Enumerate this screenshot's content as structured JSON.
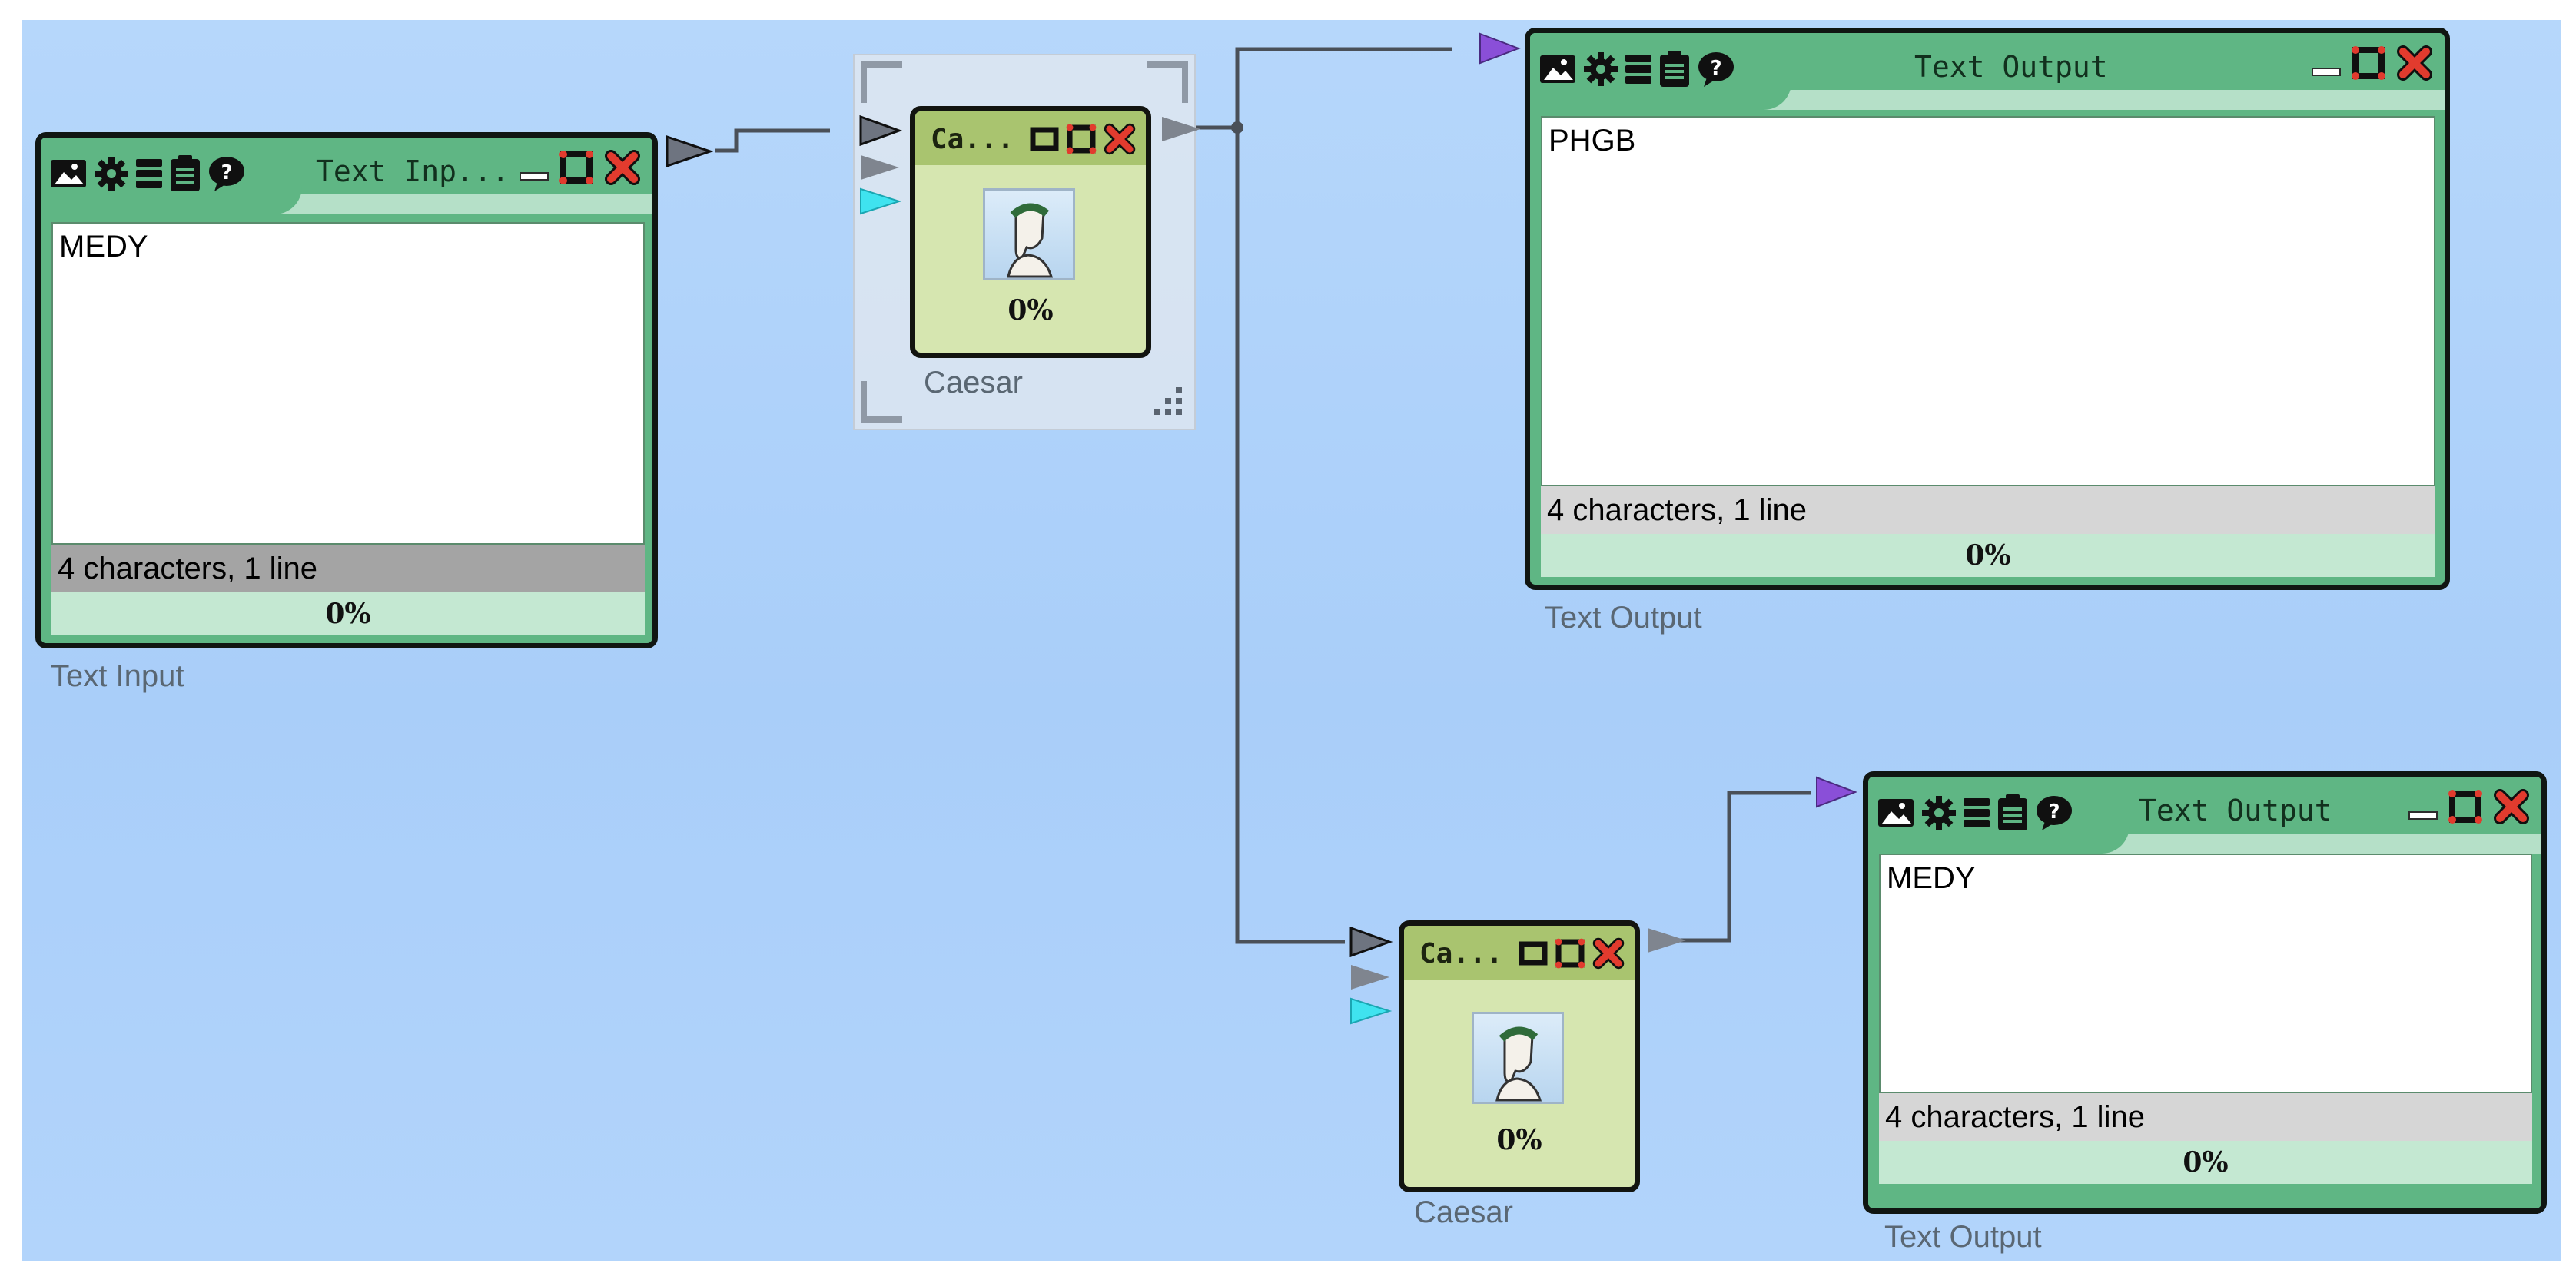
{
  "colors": {
    "canvas": "#b0d2fa",
    "component_green": "#5fb684",
    "caesar_body": "#d6e6b0",
    "caesar_header": "#a9c46f",
    "wire": "#4a5058",
    "port_gray": "#6e7480",
    "port_cyan": "#3fe3ef",
    "port_purple": "#8a4fd8",
    "close_red": "#e23b2e"
  },
  "toolbar_icons": [
    "image-icon",
    "gear-icon",
    "list-icon",
    "clipboard-icon",
    "help-bubble-icon"
  ],
  "components": {
    "text_input": {
      "title": "Text Inp...",
      "text": "MEDY",
      "status": "4 characters,  1 line",
      "progress": "0%",
      "caption": "Text Input"
    },
    "caesar_top": {
      "title": "Ca...",
      "progress": "0%",
      "caption": "Caesar",
      "icon": "caesar-portrait-icon"
    },
    "caesar_bottom": {
      "title": "Ca...",
      "progress": "0%",
      "caption": "Caesar",
      "icon": "caesar-portrait-icon"
    },
    "text_output_top": {
      "title": "Text Output",
      "text": "PHGB",
      "status": "4 characters,  1 line",
      "progress": "0%",
      "caption": "Text Output"
    },
    "text_output_bottom": {
      "title": "Text Output",
      "text": "MEDY",
      "status": "4 characters,  1 line",
      "progress": "0%",
      "caption": "Text Output"
    }
  }
}
